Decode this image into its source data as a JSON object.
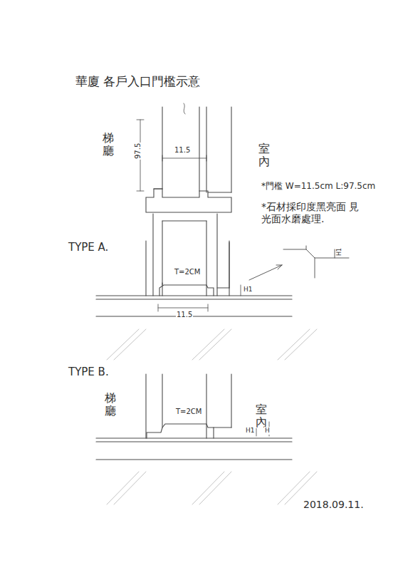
{
  "diagram": {
    "title": "華廈 各戶入口門檻示意",
    "labels": [
      "梯廳",
      "室內",
      "97.5",
      "11.5",
      "*門檻 W=11.5cm L:97.5cm",
      "*石材採印度黑亮面 見光面水磨處理.",
      "TYPE A.",
      "T=2CM",
      "11.5",
      "H1",
      "H1",
      "TYPE B.",
      "梯廳",
      "T=2CM",
      "室內",
      "H1",
      "H",
      "2018.09.11."
    ]
  }
}
